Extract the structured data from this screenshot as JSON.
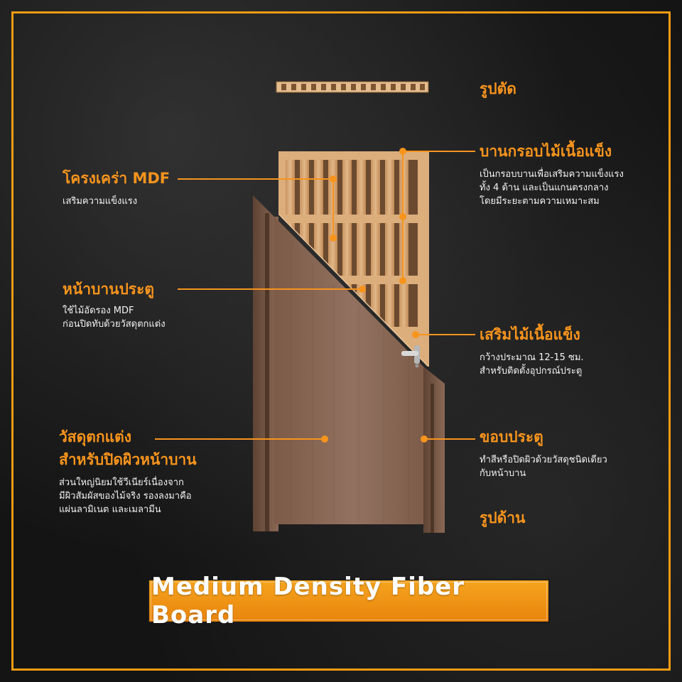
{
  "views": {
    "section_view": "รูปตัด",
    "elevation_view": "รูปด้าน"
  },
  "callouts": {
    "mdf_frame": {
      "title": "โครงเคร่า MDF",
      "desc": [
        "เสริมความแข็งแรง"
      ]
    },
    "door_face": {
      "title": "หน้าบานประตู",
      "desc": [
        "ใช้ไม้อัดรอง MDF",
        "ก่อนปิดทับด้วยวัสดุตกแต่ง"
      ]
    },
    "finish_material": {
      "title_lines": [
        "วัสดุตกแต่ง",
        "สำหรับปิดผิวหน้าบาน"
      ],
      "desc": [
        "ส่วนใหญ่นิยมใช้วีเนียร์เนื่องจาก",
        "มีผิวสัมผัสของไม้จริง รองลงมาคือ",
        "แผ่นลามิเนต และเมลามีน"
      ]
    },
    "hardwood_frame": {
      "title": "บานกรอบไม้เนื้อแข็ง",
      "desc": [
        "เป็นกรอบบานเพื่อเสริมความแข็งแรง",
        "ทั้ง 4 ด้าน และเป็นแกนตรงกลาง",
        "โดยมีระยะตามความเหมาะสม"
      ]
    },
    "hardwood_reinforce": {
      "title": "เสริมไม้เนื้อแข็ง",
      "desc": [
        "กว้างประมาณ 12-15 ซม.",
        "สำหรับติดตั้งอุปกรณ์ประตู"
      ]
    },
    "door_edge": {
      "title": "ขอบประตู",
      "desc": [
        "ทำสีหรือปิดผิวด้วยวัสดุชนิดเดียว",
        "กับหน้าบาน"
      ]
    }
  },
  "banner": {
    "text": "Medium Density Fiber Board"
  },
  "colors": {
    "accent": "#f7941d",
    "border": "#f39c12",
    "door_face": "#8d6b55",
    "frame_wood": "#d6a878"
  }
}
